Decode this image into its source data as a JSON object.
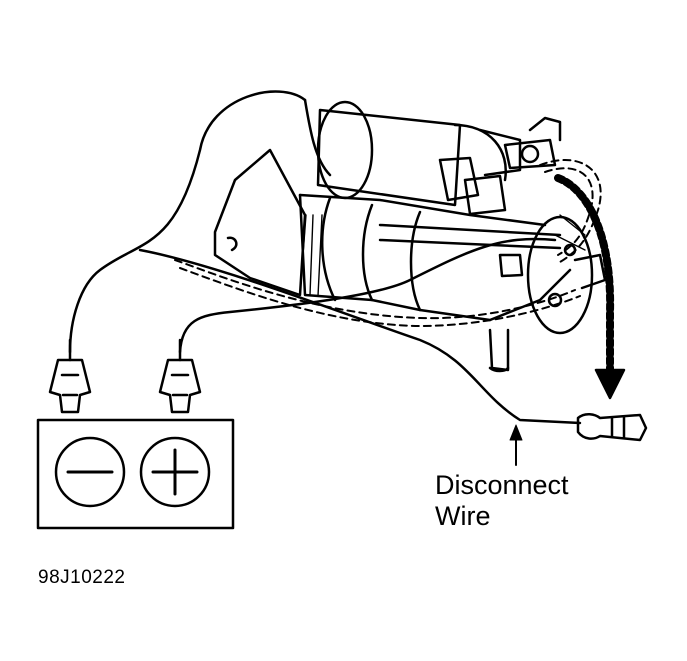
{
  "diagram": {
    "callout_line1": "Disconnect",
    "callout_line2": "Wire",
    "figure_id": "98J10222",
    "battery_negative_symbol": "−",
    "battery_positive_symbol": "+"
  },
  "colors": {
    "ink": "#000000",
    "paper": "#ffffff"
  }
}
